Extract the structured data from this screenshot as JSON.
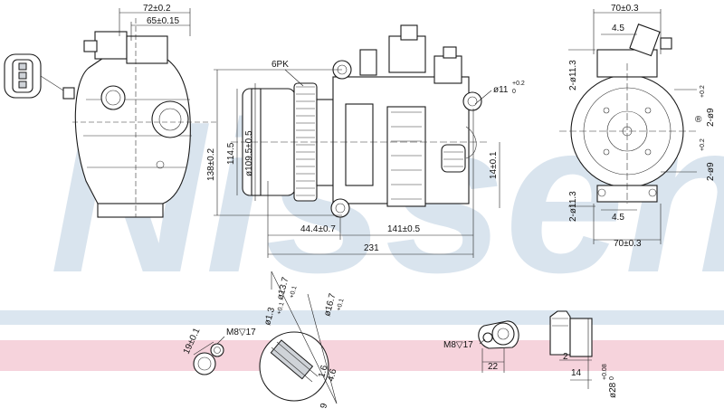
{
  "watermark": {
    "text": "Nissens",
    "registered": "®",
    "color": "#b9cde0"
  },
  "bands": {
    "blue": "#dbe6f0",
    "pink": "#f6d3dc"
  },
  "side_view": {
    "overall_width": "72±0.2",
    "body_width": "65±0.15",
    "connector_pins": "3"
  },
  "front_view": {
    "belt": "6PK",
    "pulley_diameter": "ø109.5±0.5",
    "height_114": "114.5",
    "height_138": "138±0.2",
    "hole_dia": "ø11",
    "hole_tol_top": "+0.2",
    "hole_tol_bot": "0",
    "port_height": "14±0.1",
    "left_offset": "44.4±0.7",
    "body_length": "141±0.5",
    "overall_length": "231"
  },
  "end_view": {
    "top_width": "70±0.3",
    "top_offset": "4.5",
    "bore_top": "2-ø11.3",
    "bore_9_top": "2-ø9",
    "bore_9_top_tol": "+0.2",
    "bore_9_mid": "2-ø9",
    "bore_9_mid_tol": "+0.2",
    "bore_bottom": "2-ø11.3",
    "bottom_offset": "4.5",
    "bottom_width": "70±0.3"
  },
  "fittings": {
    "low_pressure": {
      "thread_a": "M8▽17",
      "size": "19±0.1"
    },
    "pad": {
      "d1": "ø13.7",
      "d1_tol": "+0.1",
      "d2": "ø16.7",
      "d2_tol": "+0.1",
      "d3": "ø1.3",
      "d3_tol": "+0.1",
      "depth1": "1.6",
      "depth2": "4.6",
      "width": "9"
    },
    "high_pressure": {
      "thread_b": "M8▽17",
      "width": "22"
    },
    "shaft": {
      "d": "ø28",
      "tol": "+0.08",
      "tol2": "0",
      "len1": "2",
      "len2": "14"
    }
  }
}
